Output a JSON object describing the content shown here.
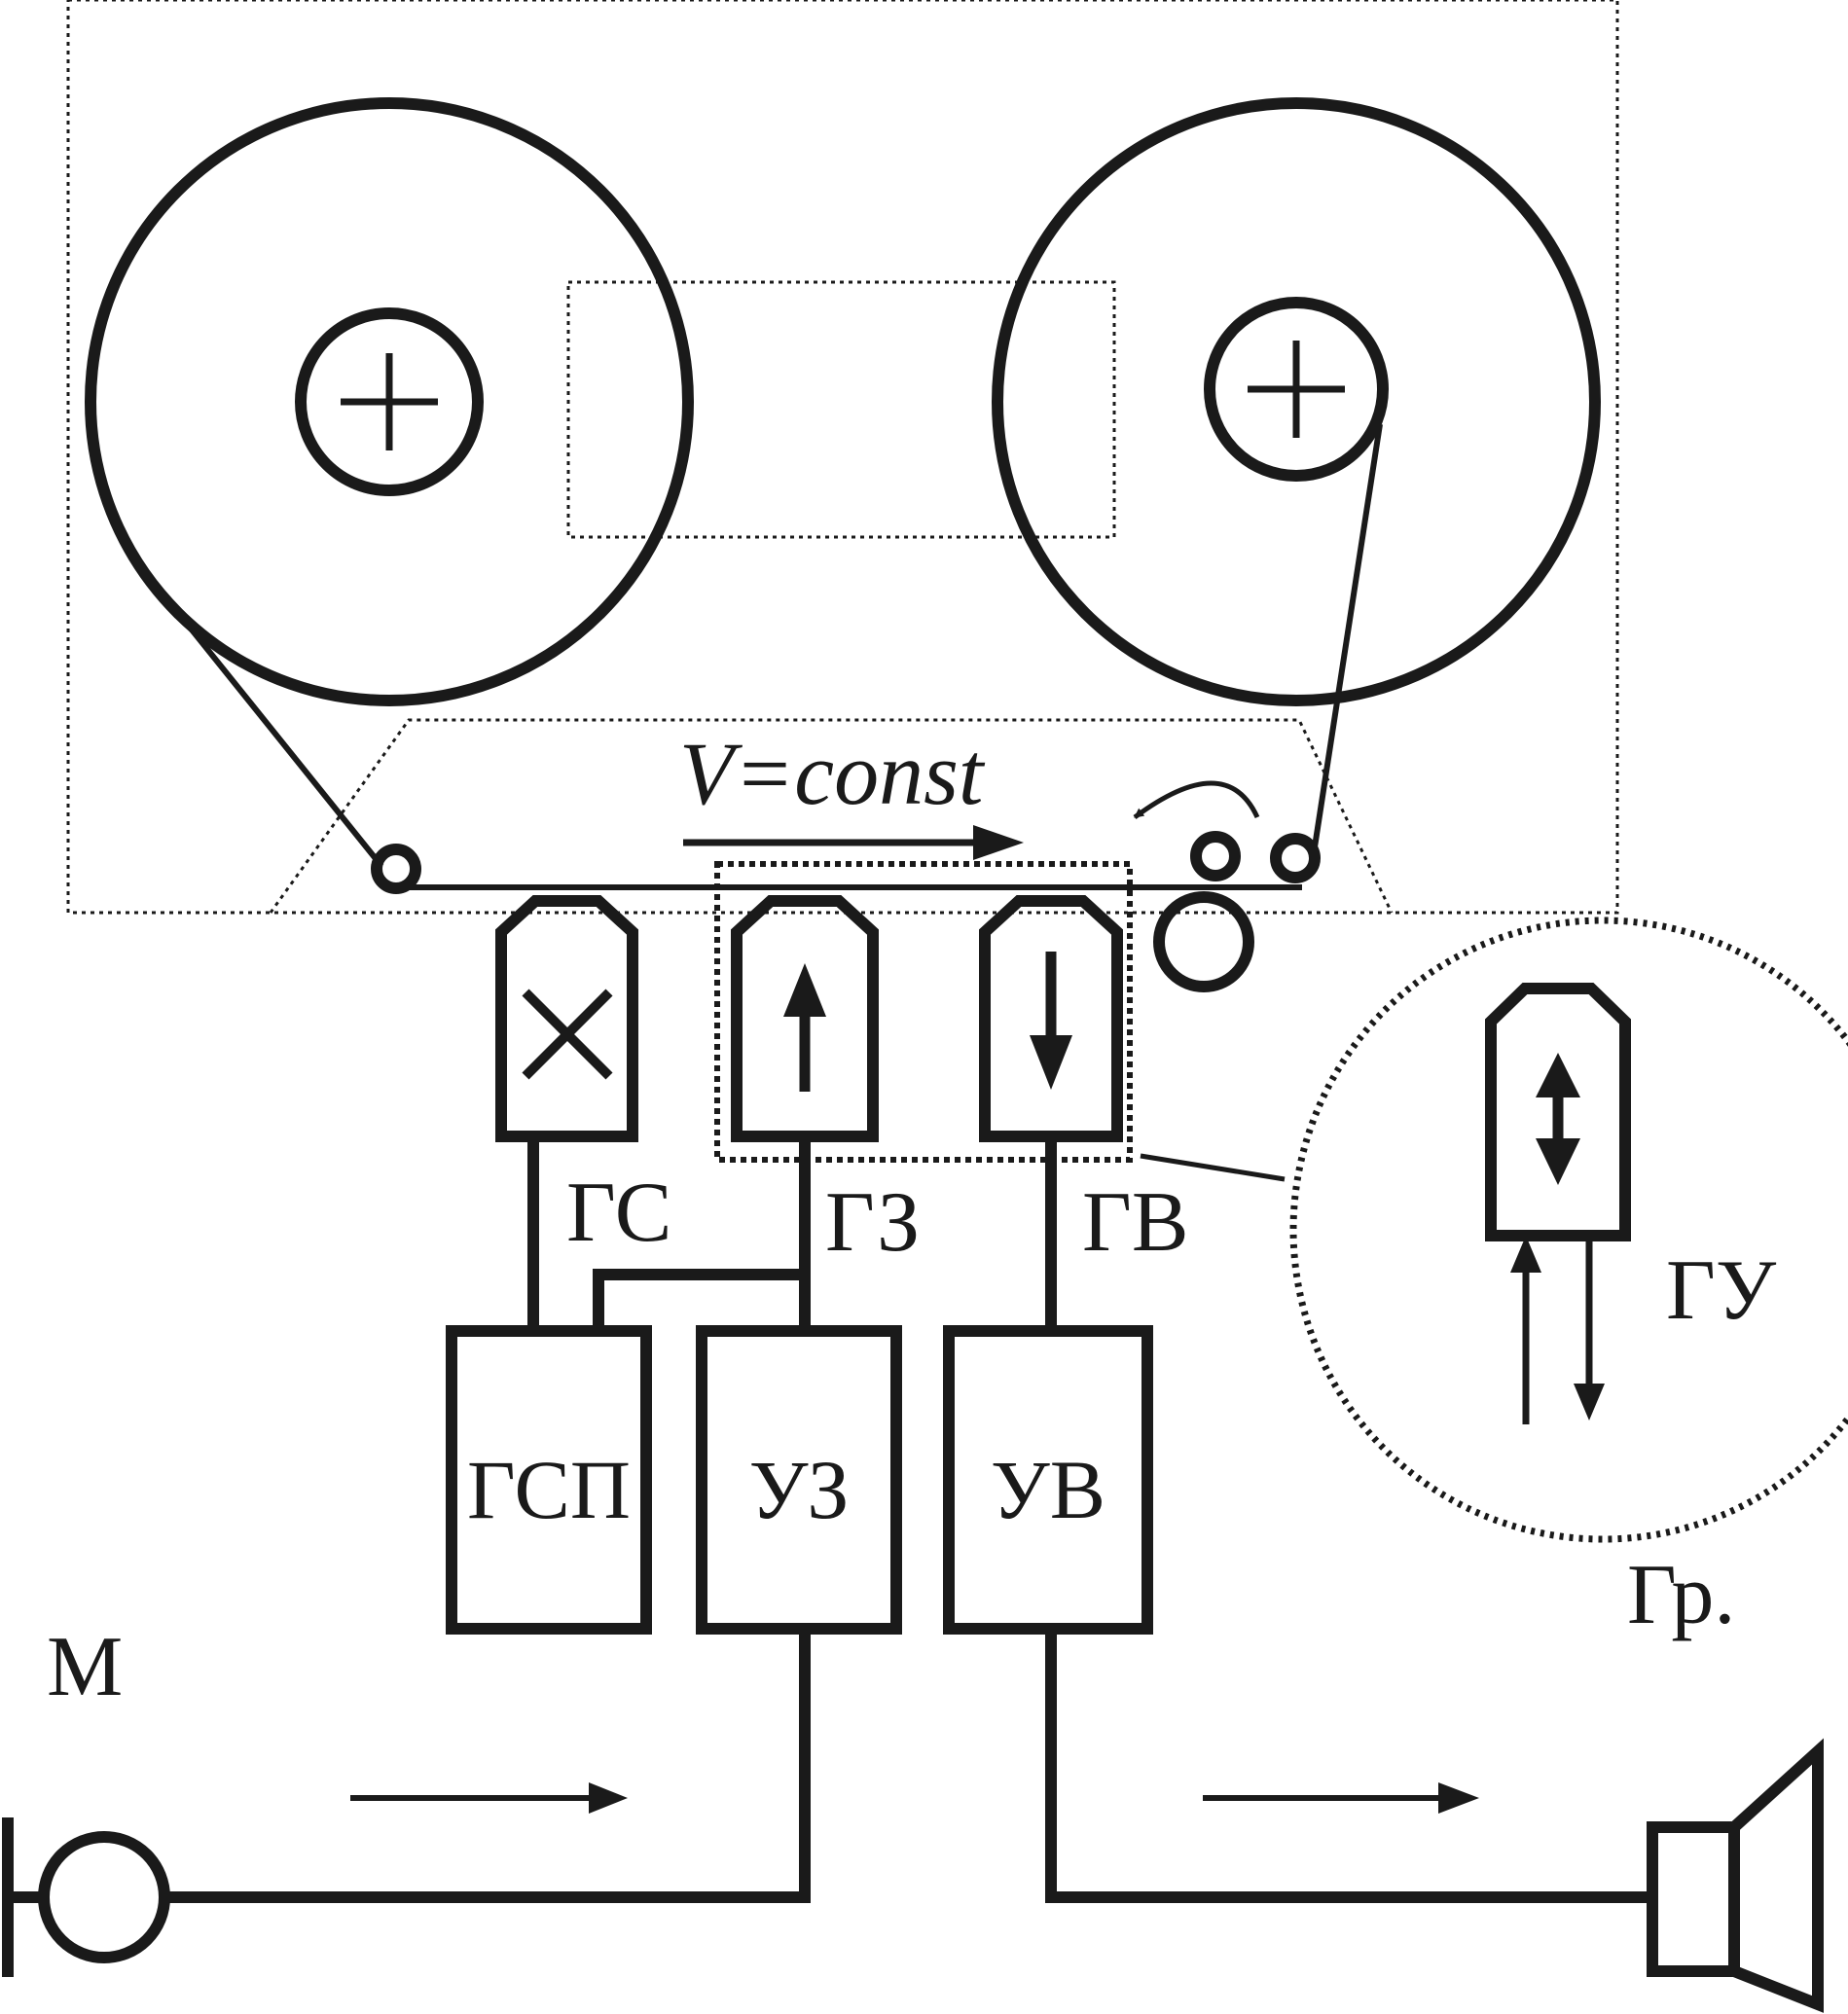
{
  "diagram": {
    "speed_label": "V=const",
    "labels": {
      "erase_head": "ГС",
      "record_head": "ГЗ",
      "playback_head": "ГВ",
      "universal_head": "ГУ",
      "bias_oscillator": "ГСП",
      "record_amp": "УЗ",
      "playback_amp": "УВ",
      "microphone": "М",
      "loudspeaker": "Гр."
    },
    "colors": {
      "ink": "#1a1a1a",
      "background": "#ffffff"
    }
  }
}
